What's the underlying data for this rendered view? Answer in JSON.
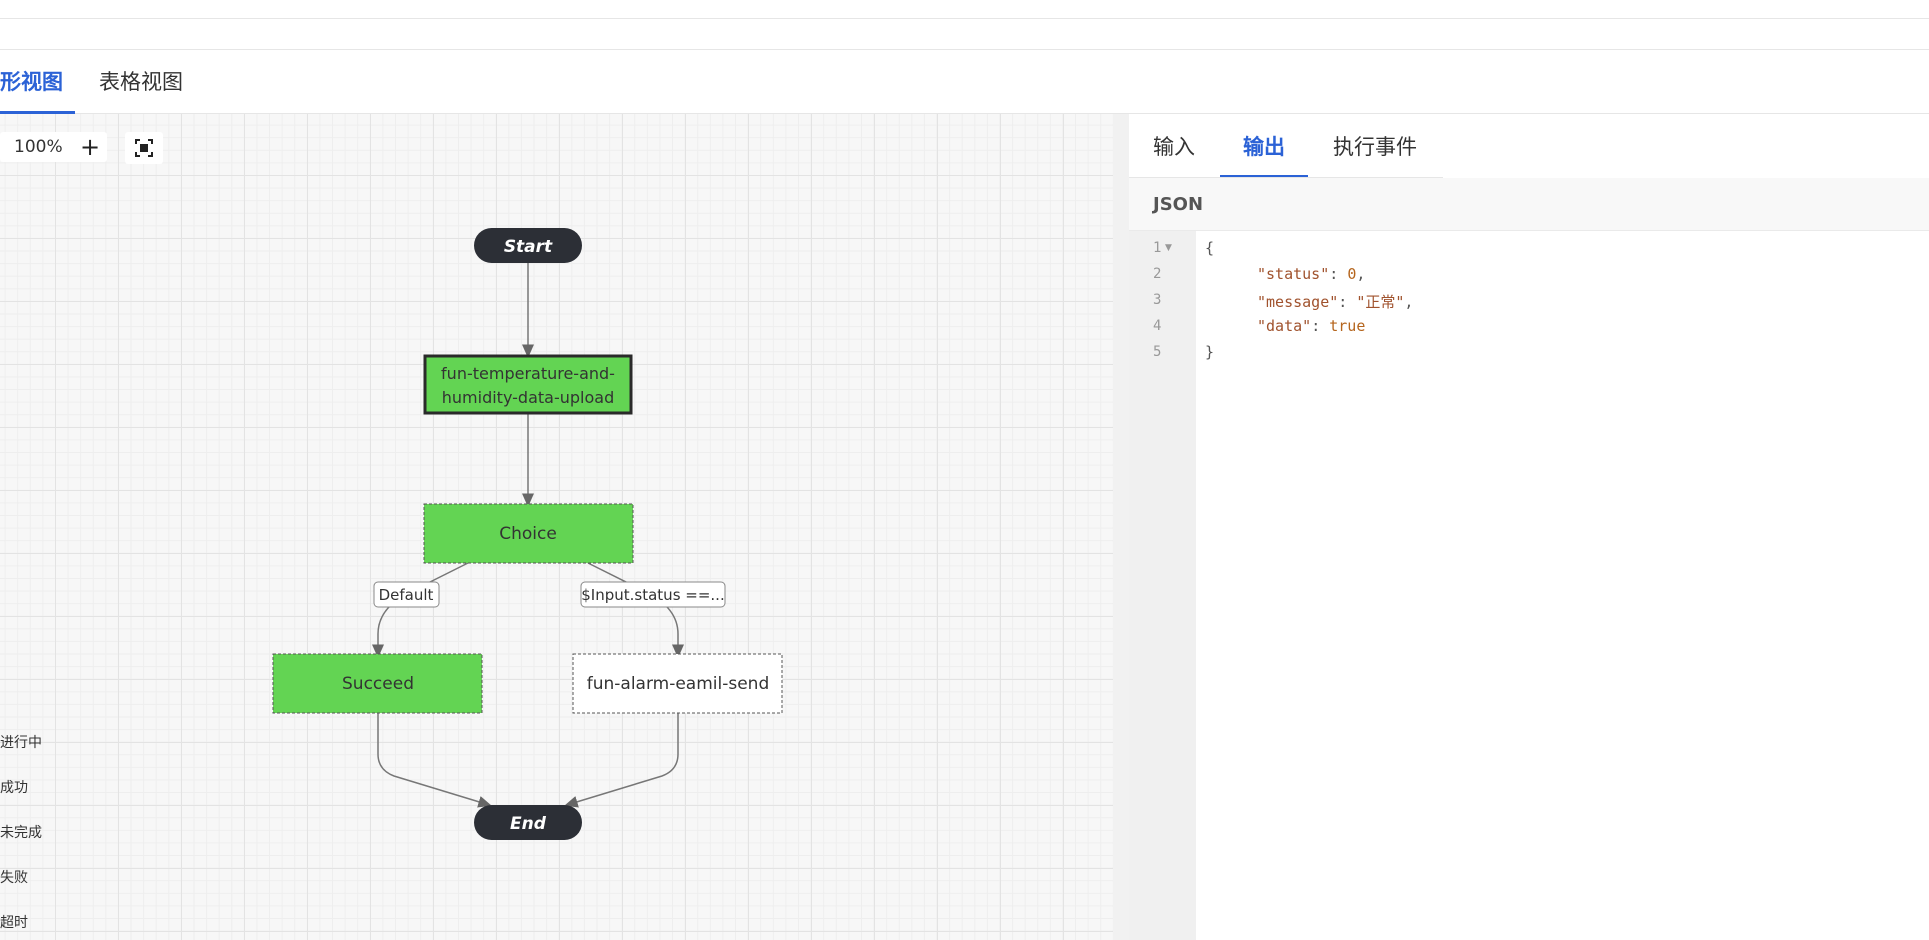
{
  "view_tabs": {
    "graph": "形视图",
    "table": "表格视图"
  },
  "canvas": {
    "zoom_label": "100%",
    "zoom_in": "+",
    "legend": [
      "进行中",
      "成功",
      "未完成",
      "失败",
      "超时"
    ]
  },
  "flow": {
    "start": "Start",
    "task_line1": "fun-temperature-and-",
    "task_line2": "humidity-data-upload",
    "choice": "Choice",
    "edge_default": "Default",
    "edge_condition": "$Input.status ==...",
    "succeed": "Succeed",
    "alarm": "fun-alarm-eamil-send",
    "end": "End"
  },
  "colors": {
    "success_green": "#63d453",
    "active_blue": "#2b62d6",
    "terminal_dark": "#2c2f36"
  },
  "panel": {
    "tabs": [
      "输入",
      "输出",
      "执行事件"
    ],
    "active_tab": "输出",
    "format_label": "JSON",
    "line_numbers": [
      "1",
      "2",
      "3",
      "4",
      "5"
    ],
    "code": {
      "open": "{",
      "status_key": "\"status\"",
      "status_val": "0",
      "message_key": "\"message\"",
      "message_val": "\"正常\"",
      "data_key": "\"data\"",
      "data_val": "true",
      "close": "}"
    }
  }
}
